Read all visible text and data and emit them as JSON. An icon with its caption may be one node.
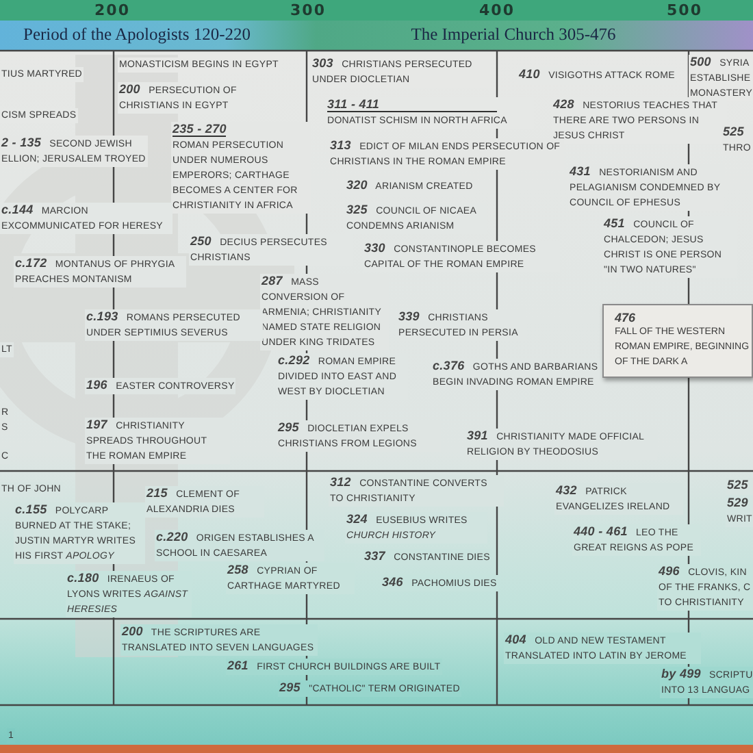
{
  "diagram": {
    "nodes": [
      {
        "text": [
          "476",
          "FALL OF THE WESTERN ROMAN EMPIRE, BEGINNING OF THE DARK A"
        ]
      }
    ],
    "edges": [],
    "labels": [
      "200",
      "300",
      "400",
      "500",
      "Period of the Apologists 120-220",
      "The Imperial Church 305-476",
      "TIUS MARTYRED",
      "MONASTICISM BEGINS IN EGYPT",
      "**303** CHRISTIANS PERSECUTED UNDER DIOCLETIAN",
      "**410** VISIGOTHS ATTACK ROME",
      "**500** SYRIA ESTABLISHE MONASTERY",
      "**200** PERSECUTION OF CHRISTIANS IN EGYPT",
      "**311 - 411** DONATIST SCHISM IN NORTH AFRICA",
      "**428** NESTORIUS TEACHES THAT THERE ARE TWO PERSONS IN JESUS CHRIST",
      "CISM SPREADS",
      "**235 - 270** ROMAN PERSECUTION UNDER NUMEROUS EMPERORS; CARTHAGE BECOMES A CENTER FOR CHRISTIANITY IN AFRICA",
      "**525** THRO",
      "**2 - 135** SECOND JEWISH ELLION; JERUSALEM TROYED",
      "**313** EDICT OF MILAN ENDS PERSECUTION OF CHRISTIANS IN THE ROMAN EMPIRE",
      "**431** NESTORIANISM AND PELAGIANISM CONDEMNED BY COUNCIL OF EPHESUS",
      "**320** ARIANISM CREATED",
      "**c.144** MARCION EXCOMMUNICATED FOR HERESY",
      "**325** COUNCIL OF NICAEA CONDEMNS ARIANISM",
      "**451** COUNCIL OF CHALCEDON; JESUS CHRIST IS ONE PERSON \"IN TWO NATURES\"",
      "**250** DECIUS PERSECUTES CHRISTIANS",
      "**330** CONSTANTINOPLE BECOMES CAPITAL OF THE ROMAN EMPIRE",
      "**c.172** MONTANUS OF PHRYGIA PREACHES MONTANISM",
      "**287** MASS CONVERSION OF ARMENIA; CHRISTIANITY NAMED STATE RELIGION UNDER KING TRIDATES",
      "**c.193** ROMANS PERSECUTED UNDER SEPTIMIUS SEVERUS",
      "**339** CHRISTIANS PERSECUTED IN PERSIA",
      "LT",
      "**c.292** ROMAN EMPIRE DIVIDED INTO EAST AND WEST BY DIOCLETIAN",
      "**c.376** GOTHS AND BARBARIANS BEGIN INVADING ROMAN EMPIRE",
      "**196** EASTER CONTROVERSY",
      "R S",
      "**197** CHRISTIANITY SPREADS THROUGHOUT THE ROMAN EMPIRE",
      "**295** DIOCLETIAN EXPELS CHRISTIANS FROM LEGIONS",
      "**391** CHRISTIANITY MADE OFFICIAL RELIGION BY THEODOSIUS",
      "C",
      "TH OF JOHN",
      "**215** CLEMENT OF ALEXANDRIA DIES",
      "**312** CONSTANTINE CONVERTS TO CHRISTIANITY",
      "**432** PATRICK EVANGELIZES IRELAND",
      "**525**",
      "**529** WRIT",
      "**c.155** POLYCARP BURNED AT THE STAKE; JUSTIN MARTYR WRITES HIS FIRST *APOLOGY*",
      "**c.220** ORIGEN ESTABLISHES A SCHOOL IN CAESAREA",
      "**324** EUSEBIUS WRITES *CHURCH HISTORY*",
      "**440 - 461** LEO THE GREAT REIGNS AS POPE",
      "**c.180** IRENAEUS OF LYONS WRITES *AGAINST HERESIES*",
      "**258** CYPRIAN OF CARTHAGE MARTYRED",
      "**337** CONSTANTINE DIES",
      "**346** PACHOMIUS DIES",
      "**496** CLOVIS, KIN OF THE FRANKS, C TO CHRISTIANITY",
      "**200** THE SCRIPTURES ARE TRANSLATED INTO SEVEN LANGUAGES",
      "**404** OLD AND NEW TESTAMENT TRANSLATED INTO LATIN BY JEROME",
      "**261** FIRST CHURCH BUILDINGS ARE BUILT",
      "**by 499** SCRIPTU INTO 13 LANGUAG",
      "**295** \"CATHOLIC\" TERM ORIGINATED",
      "1"
    ]
  }
}
